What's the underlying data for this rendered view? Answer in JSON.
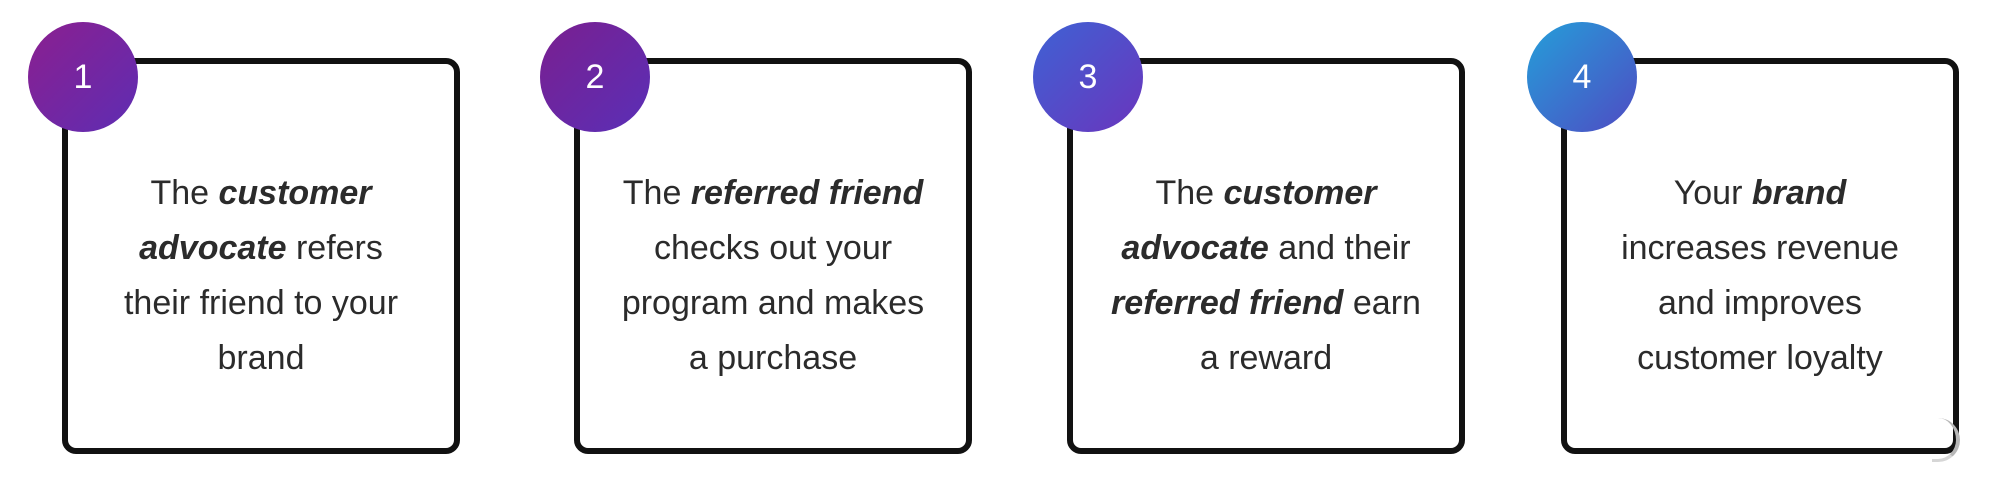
{
  "steps": [
    {
      "number": "1",
      "segments": [
        {
          "text": "The ",
          "bold": false
        },
        {
          "text": "customer advocate",
          "bold": true
        },
        {
          "text": " refers their friend to your brand",
          "bold": false
        }
      ],
      "badge_color_start": "#8b1f8f",
      "badge_color_end": "#5e2db3"
    },
    {
      "number": "2",
      "segments": [
        {
          "text": "The ",
          "bold": false
        },
        {
          "text": "referred friend",
          "bold": true
        },
        {
          "text": " checks out your program and makes a purchase",
          "bold": false
        }
      ],
      "badge_color_start": "#7a1f8f",
      "badge_color_end": "#5a2fb7"
    },
    {
      "number": "3",
      "segments": [
        {
          "text": "The ",
          "bold": false
        },
        {
          "text": "customer advocate",
          "bold": true
        },
        {
          "text": " and their ",
          "bold": false
        },
        {
          "text": "referred friend",
          "bold": true
        },
        {
          "text": " earn a reward",
          "bold": false
        }
      ],
      "badge_color_start": "#3e62d4",
      "badge_color_end": "#6a35bd"
    },
    {
      "number": "4",
      "segments": [
        {
          "text": "Your ",
          "bold": false
        },
        {
          "text": "brand",
          "bold": true
        },
        {
          "text": " increases revenue and improves customer loyalty",
          "bold": false
        }
      ],
      "badge_color_start": "#249fd9",
      "badge_color_end": "#4f4bc3"
    }
  ]
}
